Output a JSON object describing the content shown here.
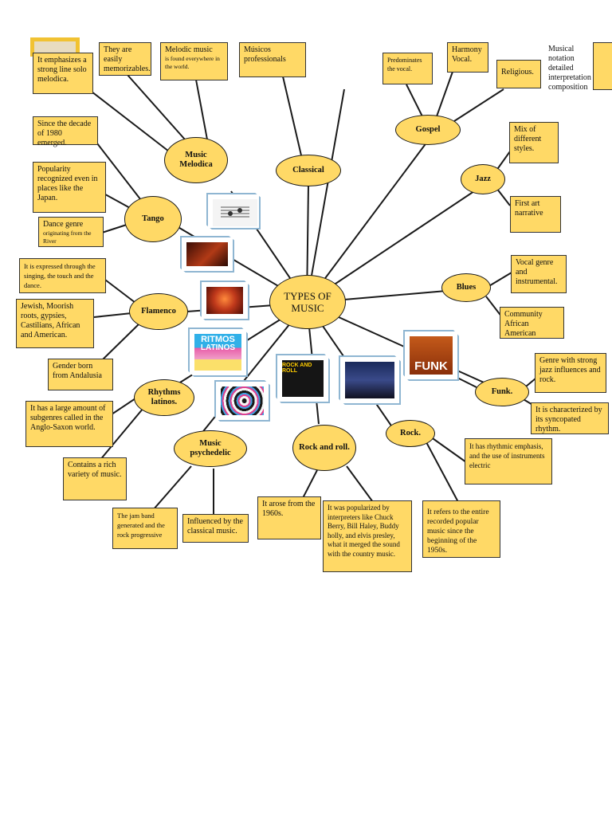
{
  "center": "TYPES OF MUSIC",
  "nodes": {
    "music_melodica": "Music Melodica",
    "classical": "Classical",
    "gospel": "Gospel",
    "jazz": "Jazz",
    "tango": "Tango",
    "blues": "Blues",
    "flamenco": "Flamenco",
    "funk": "Funk.",
    "rhythms_latinos": "Rhythms latinos.",
    "music_psychedelic": "Music psychedelic",
    "rock_and_roll": "Rock and roll.",
    "rock": "Rock."
  },
  "notes": {
    "emphasizes": "It emphasizes a strong line solo melodica.",
    "memorizable": "They are easily memorizables.",
    "melodic_main": "Melodic music",
    "melodic_small": "is found everywhere in the world.",
    "musicos": "Músicos professionals",
    "predominates": "Predominates the vocal.",
    "harmony": "Harmony Vocal.",
    "religious": "Religious.",
    "notation": "Musical notation detailed interpretation composition",
    "since_1980": "Since the decade of 1980 emerged.",
    "popularity": "Popularity recognized even in places like the Japan.",
    "dance_main": "Dance genre",
    "dance_small": "originating from the River",
    "mix": "Mix of different styles.",
    "first_art": "First art narrative",
    "expressed": "It is expressed through the singing, the touch and the dance.",
    "vocal_genre": "Vocal genre and instrumental.",
    "roots": "Jewish, Moorish roots, gypsies, Castilians, African and American.",
    "community": "Community African American",
    "andalusia": "Gender born from Andalusia",
    "genre_jazz": "Genre with strong jazz influences and rock.",
    "subgenres": "It has a large amount of subgenres called in the Anglo-Saxon world.",
    "syncopated": "It is characterized by its syncopated rhythm.",
    "rich_variety": "Contains a rich variety of music.",
    "rhythmic": "It has rhythmic emphasis, and the use of instruments electric",
    "jam_band": "The jam band generated and the rock progressive",
    "influenced": "Influenced by the classical music.",
    "arose": "It arose from the 1960s.",
    "popularized": "It was popularized by interpreters like Chuck Berry, Bill Haley, Buddy holly, and elvis presley, what it merged the sound with the country music.",
    "refers": "It refers to the entire recorded popular music since the beginning of the 1950s."
  },
  "pictures": {
    "ritmos_line1": "RITMOS",
    "ritmos_line2": "LATINOS",
    "funk_text": "FUNK",
    "rock_roll_text": "ROCK AND ROLL"
  },
  "colors": {
    "node_fill": "#ffd966",
    "outline": "#1a1a1a",
    "picture_border": "#8fb6d2"
  }
}
